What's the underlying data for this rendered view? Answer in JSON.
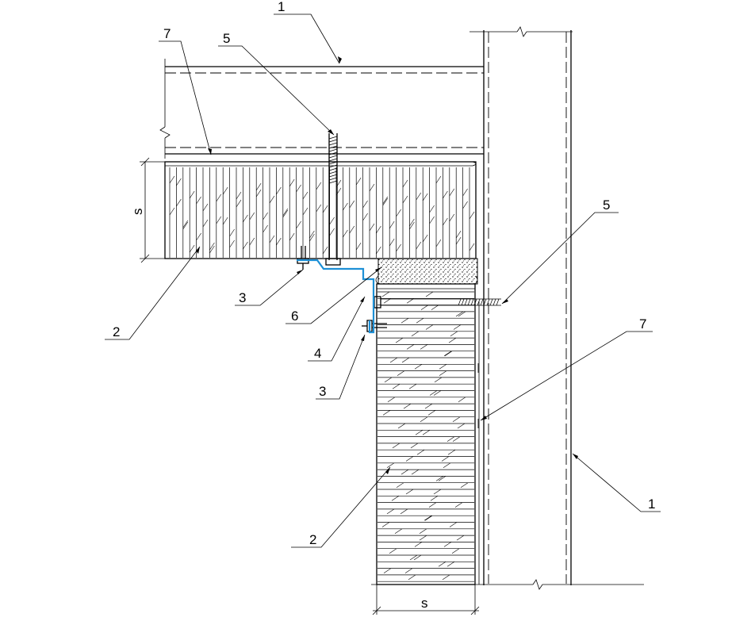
{
  "diagram": {
    "labels": {
      "callout_1_top": "1",
      "callout_7_top": "7",
      "callout_5_top": "5",
      "callout_5_right": "5",
      "callout_7_right": "7",
      "callout_s_vertical": "s",
      "callout_3_left": "3",
      "callout_6": "6",
      "callout_2_left": "2",
      "callout_4": "4",
      "callout_3_lower": "3",
      "callout_1_right": "1",
      "callout_2_bottom": "2",
      "callout_s_horizontal": "s"
    },
    "colors": {
      "line": "#000000",
      "flashing": "#1e90d6",
      "background": "#ffffff"
    }
  }
}
